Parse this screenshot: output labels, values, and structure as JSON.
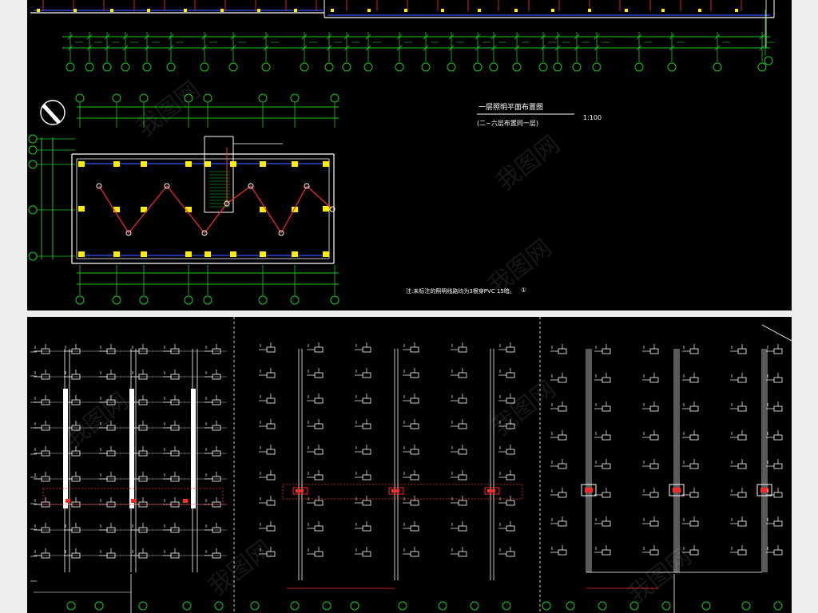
{
  "colors": {
    "background_page": "#eeeeee",
    "cad_background": "#000000",
    "axis_bubble": "#1ec81e",
    "line_white": "#ffffff",
    "wiring_red": "#ff2a2a",
    "wall_blue": "#3050ff",
    "fixture_yellow": "#ffee00"
  },
  "plan": {
    "title": "一层照明平面布置图",
    "subtitle": "(二~六层布置同一层)",
    "scale": "1:100",
    "note": "注:未标注的照明线路均为3根穿PVC   15暗。",
    "note_mark": "①"
  },
  "watermark": "我图网",
  "icons": {
    "north_arrow": "north-arrow-icon"
  }
}
